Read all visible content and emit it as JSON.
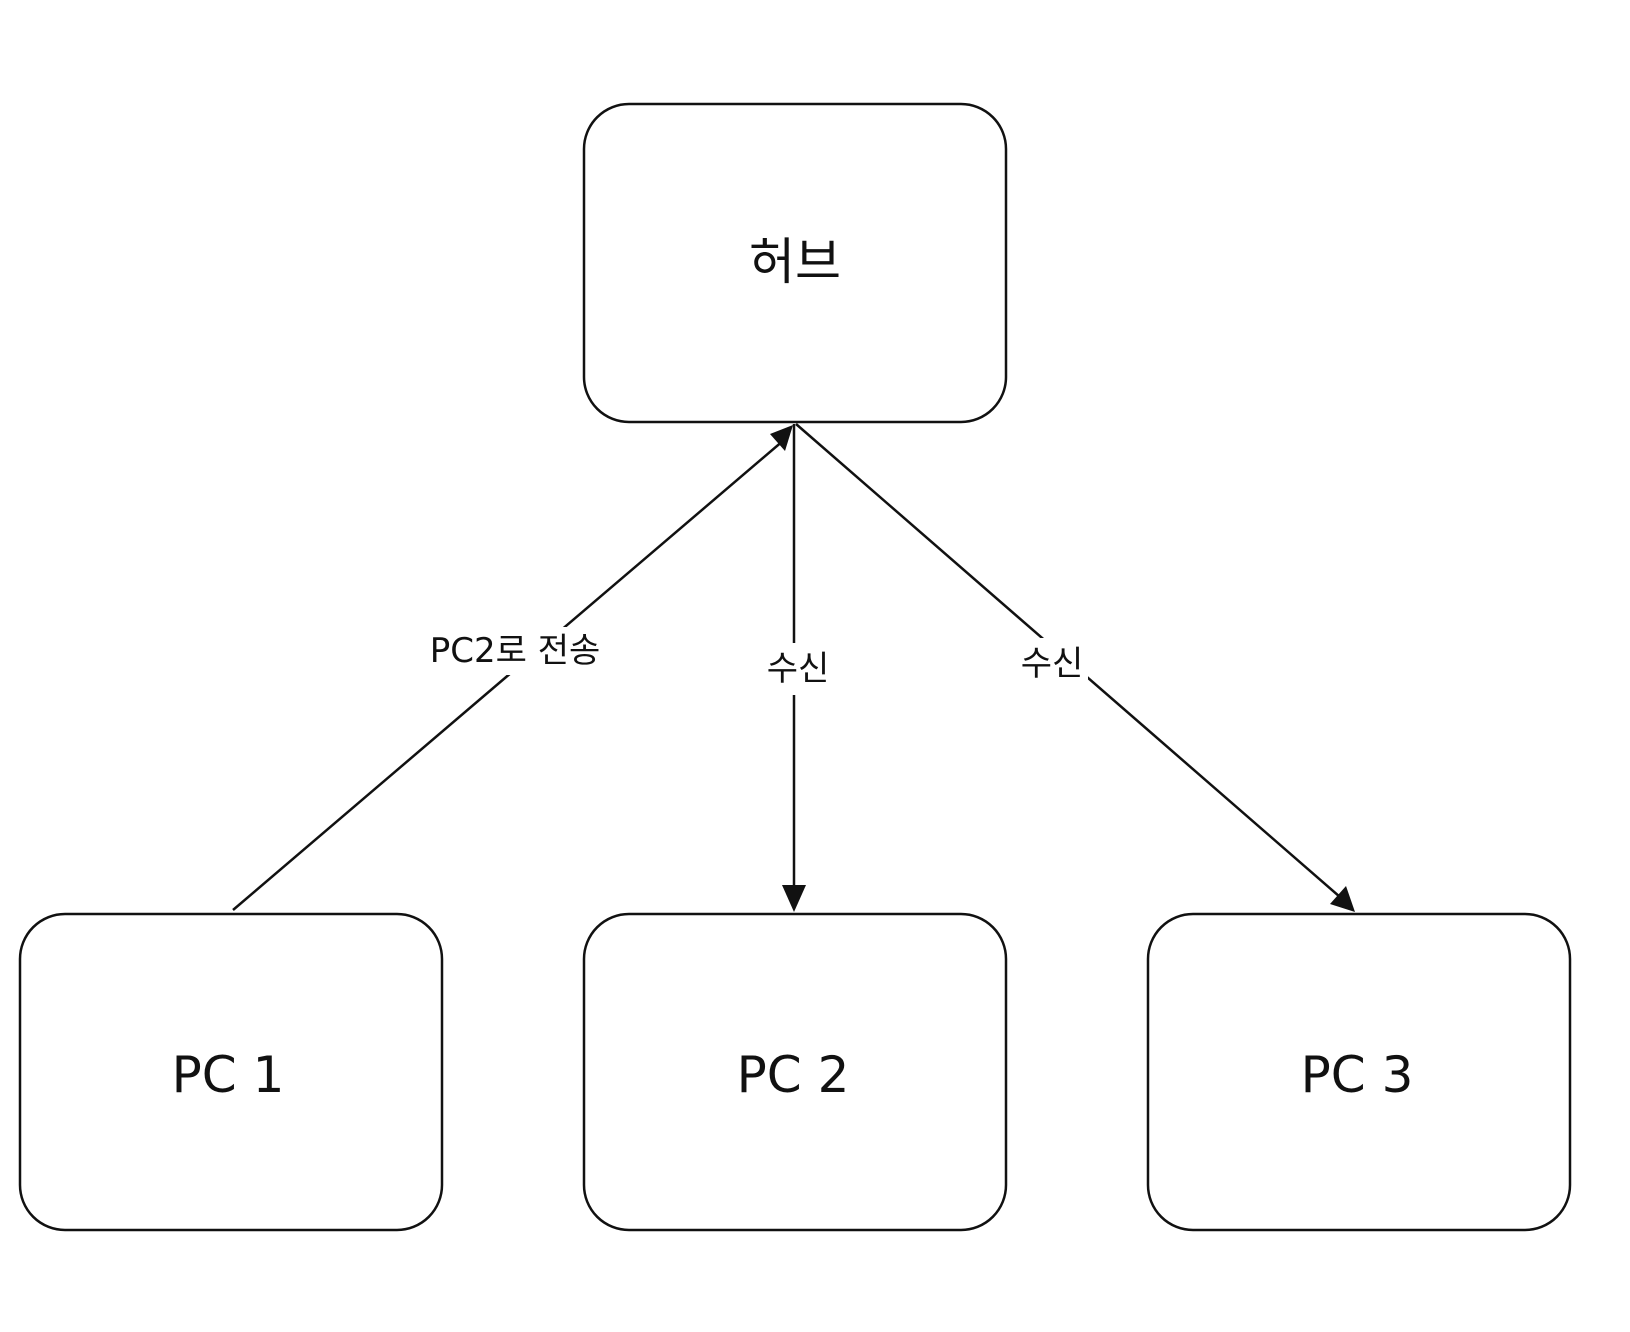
{
  "diagram": {
    "nodes": {
      "hub": {
        "label": "허브"
      },
      "pc1": {
        "label": "PC 1"
      },
      "pc2": {
        "label": "PC 2"
      },
      "pc3": {
        "label": "PC 3"
      }
    },
    "edges": {
      "pc1_to_hub": {
        "label": "PC2로 전송"
      },
      "hub_to_pc2": {
        "label": "수신"
      },
      "hub_to_pc3": {
        "label": "수신"
      }
    }
  },
  "colors": {
    "stroke": "#111111",
    "background": "#ffffff"
  }
}
